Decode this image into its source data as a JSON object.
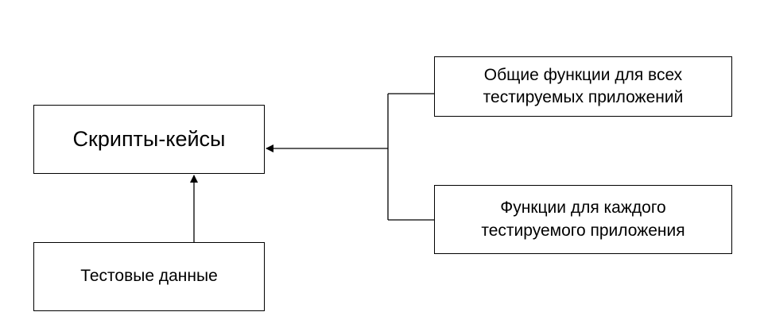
{
  "diagram": {
    "nodes": {
      "scripts": {
        "label": "Скрипты-кейсы"
      },
      "test_data": {
        "label": "Тестовые данные"
      },
      "common_functions": {
        "line1": "Общие функции для всех",
        "line2": "тестируемых приложений"
      },
      "per_app_functions": {
        "line1": "Функции для каждого",
        "line2": "тестируемого приложения"
      }
    },
    "edges": [
      {
        "from": "test_data",
        "to": "scripts"
      },
      {
        "from": "common_functions",
        "to": "scripts"
      },
      {
        "from": "per_app_functions",
        "to": "scripts"
      }
    ],
    "line_color": "#000000"
  }
}
